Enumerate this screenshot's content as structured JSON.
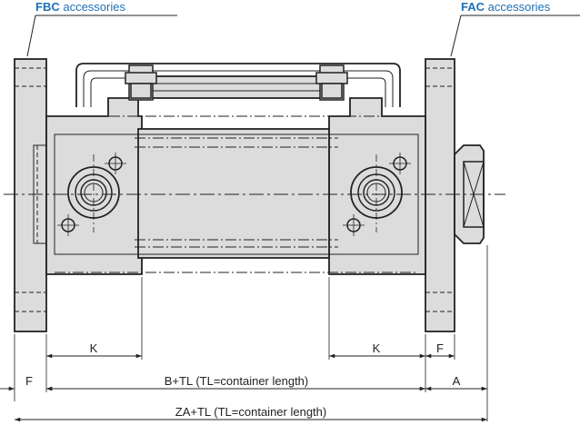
{
  "callouts": {
    "fbc": {
      "code": "FBC",
      "word": "accessories"
    },
    "fac": {
      "code": "FAC",
      "word": "accessories"
    }
  },
  "dimensions": {
    "k_left": "K",
    "k_right": "K",
    "f_right": "F",
    "f_left": "F",
    "b_tl": "B+TL (TL=container length)",
    "a": "A",
    "za_tl": "ZA+TL (TL=container length)"
  },
  "colors": {
    "callout": "#1f6fb5",
    "part_fill": "#dcdcdc",
    "line": "#222222"
  }
}
